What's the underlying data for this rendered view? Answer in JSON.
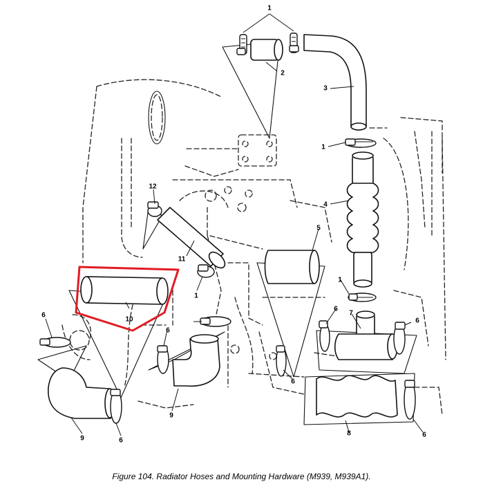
{
  "figure": {
    "caption": "Figure 104.  Radiator Hoses and Mounting Hardware (M939, M939A1)."
  },
  "callouts": {
    "c1a": "1",
    "c1b": "1",
    "c1c": "1",
    "c1d": "1",
    "c2": "2",
    "c3": "3",
    "c4": "4",
    "c5": "5",
    "c6a": "6",
    "c6b": "6",
    "c6c": "6",
    "c6d": "6",
    "c6e": "6",
    "c6f": "6",
    "c6g": "6",
    "c7": "7",
    "c8": "8",
    "c9a": "9",
    "c9b": "9",
    "c10": "10",
    "c11": "11",
    "c12": "12"
  },
  "highlight": {
    "color": "#e11b22",
    "target_part": "10"
  }
}
